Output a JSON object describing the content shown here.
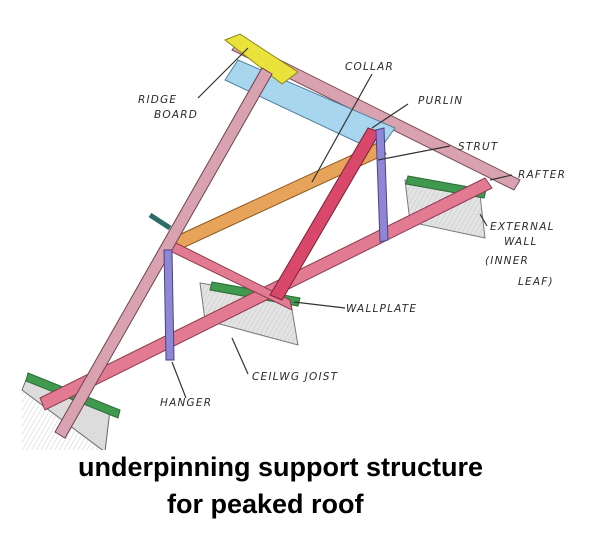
{
  "labels": {
    "ridge_board_line1": "RIDGE",
    "ridge_board_line2": "BOARD",
    "collar": "COLLAR",
    "purlin": "PURLIN",
    "strut": "STRUT",
    "rafter": "RAFTER",
    "external_wall_line1": "EXTERNAL",
    "external_wall_line2": "WALL",
    "external_wall_line3": "(INNER",
    "external_wall_line4": "LEAF)",
    "wallplate": "WALLPLATE",
    "ceiling_joist": "CEILWG JOIST",
    "hanger": "HANGER"
  },
  "caption": {
    "line1": "underpinning support structure",
    "line2": "for peaked roof"
  },
  "colors": {
    "ridge_board": "#e8e23a",
    "collar": "#a9d6ef",
    "purlin": "#e7a35a",
    "strut": "#d9476a",
    "rafter": "#d9a2b0",
    "hanger": "#8f86d6",
    "wallplate": "#3f9a4f",
    "ceiling_joist": "#e27a92",
    "wall": "#d9d9d9"
  }
}
